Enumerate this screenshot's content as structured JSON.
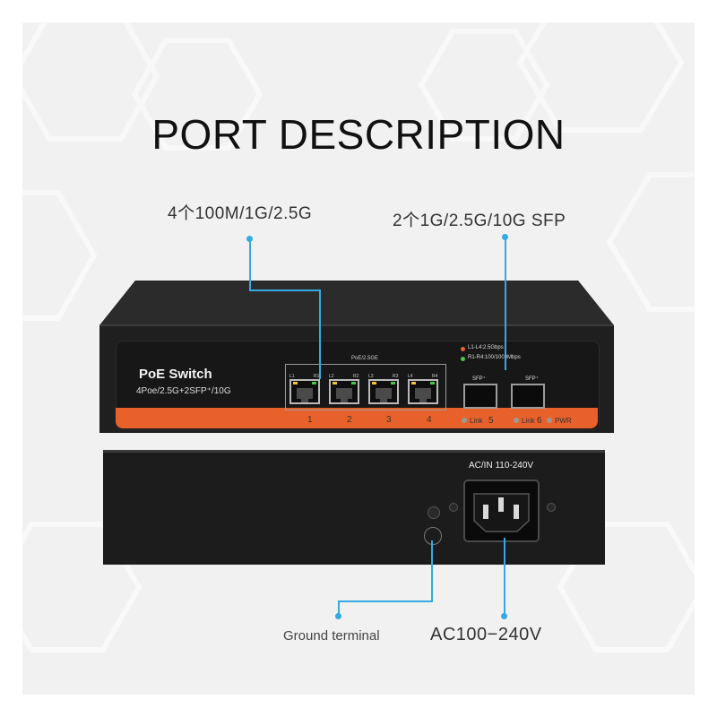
{
  "title": "PORT DESCRIPTION",
  "callouts": {
    "ethernet": "4个100M/1G/2.5G",
    "sfp": "2个1G/2.5G/10G SFP",
    "ground": "Ground terminal",
    "power": "AC100−240V"
  },
  "front_panel": {
    "brand": "PoE Switch",
    "model": "4Poe/2.5G+2SFP⁺/10G",
    "port_group_label": "PoE/2.5GE",
    "legend": [
      "L1-L4:2.5Gbps",
      "R1-R4:100/1000Mbps"
    ],
    "rj45_ports": [
      {
        "num": "1",
        "left_led": "L1",
        "right_led": "R1"
      },
      {
        "num": "2",
        "left_led": "L2",
        "right_led": "R2"
      },
      {
        "num": "3",
        "left_led": "L3",
        "right_led": "R3"
      },
      {
        "num": "4",
        "left_led": "L4",
        "right_led": "R4"
      }
    ],
    "sfp_ports": [
      {
        "label": "SFP⁺",
        "link": "Link",
        "num": "5"
      },
      {
        "label": "SFP⁺",
        "link": "Link",
        "num": "6"
      }
    ],
    "pwr": "PWR"
  },
  "rear_panel": {
    "ac_label": "AC/IN 110-240V"
  },
  "colors": {
    "callout_line": "#35a9e0",
    "accent_strip": "#e8612a",
    "device_body": "#1c1c1c"
  }
}
